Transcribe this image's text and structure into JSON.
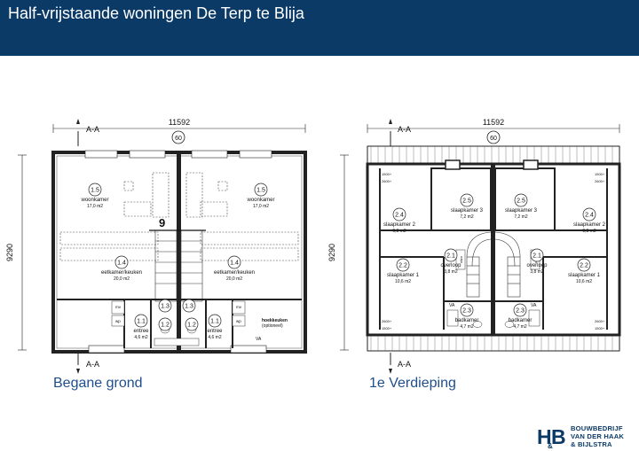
{
  "header": {
    "title": "Half-vrijstaande woningen De Terp te Blija"
  },
  "floors": [
    {
      "label": "Begane grond",
      "width_dim": "11592",
      "depth_dim": "9290",
      "axis_number": "60",
      "section_top": "A-A",
      "section_bottom": "A-A",
      "unit_number": "9",
      "rooms": [
        {
          "num": "1.5",
          "name": "woonkamer",
          "area": "17,0 m2"
        },
        {
          "num": "1.5",
          "name": "woonkamer",
          "area": "17,0 m2"
        },
        {
          "num": "1.4",
          "name": "eetkamer/keuken",
          "area": "20,0 m2"
        },
        {
          "num": "1.4",
          "name": "eetkamer/keuken",
          "area": "20,0 m2"
        },
        {
          "num": "1.1",
          "name": "entree",
          "area": "4,6 m2"
        },
        {
          "num": "1.1",
          "name": "entree",
          "area": "4,6 m2"
        },
        {
          "num": "1.2",
          "name": "",
          "area": ""
        },
        {
          "num": "1.2",
          "name": "",
          "area": ""
        },
        {
          "num": "1.3",
          "name": "",
          "area": ""
        },
        {
          "num": "1.3",
          "name": "",
          "area": ""
        }
      ],
      "note_1": "hoekkeuken",
      "note_2": "(optioneel)",
      "tags": {
        "mv": "mv",
        "wp": "wp",
        "va": "VA"
      }
    },
    {
      "label": "1e Verdieping",
      "width_dim": "11592",
      "depth_dim": "9290",
      "axis_number": "60",
      "section_top": "A-A",
      "section_bottom": "A-A",
      "rooms": [
        {
          "num": "2.5",
          "name": "slaapkamer 3",
          "area": "7,2 m2"
        },
        {
          "num": "2.5",
          "name": "slaapkamer 3",
          "area": "7,2 m2"
        },
        {
          "num": "2.4",
          "name": "slaapkamer 2",
          "area": "9,3 m2"
        },
        {
          "num": "2.4",
          "name": "slaapkamer 2",
          "area": "9,3 m2"
        },
        {
          "num": "2.1",
          "name": "overloop",
          "area": "3,8 m2"
        },
        {
          "num": "2.1",
          "name": "overloop",
          "area": "3,8 m2"
        },
        {
          "num": "2.2",
          "name": "slaapkamer 1",
          "area": "10,6 m2"
        },
        {
          "num": "2.2",
          "name": "slaapkamer 1",
          "area": "10,6 m2"
        },
        {
          "num": "2.3",
          "name": "badkamer",
          "area": "4,7 m2"
        },
        {
          "num": "2.3",
          "name": "badkamer",
          "area": "4,7 m2"
        }
      ],
      "heights": {
        "h1500": "1500+",
        "h2600": "2600+"
      },
      "tags": {
        "va": "VA",
        "vlizo": "vlizo"
      }
    }
  ],
  "logo": {
    "line1": "BOUWBEDRIJF",
    "line2": "VAN DER HAAK",
    "line3": "& BIJLSTRA",
    "mark": "H&B"
  },
  "colors": {
    "header_bg": "#0b3a67",
    "label": "#1f4e8c",
    "wall": "#222222"
  }
}
